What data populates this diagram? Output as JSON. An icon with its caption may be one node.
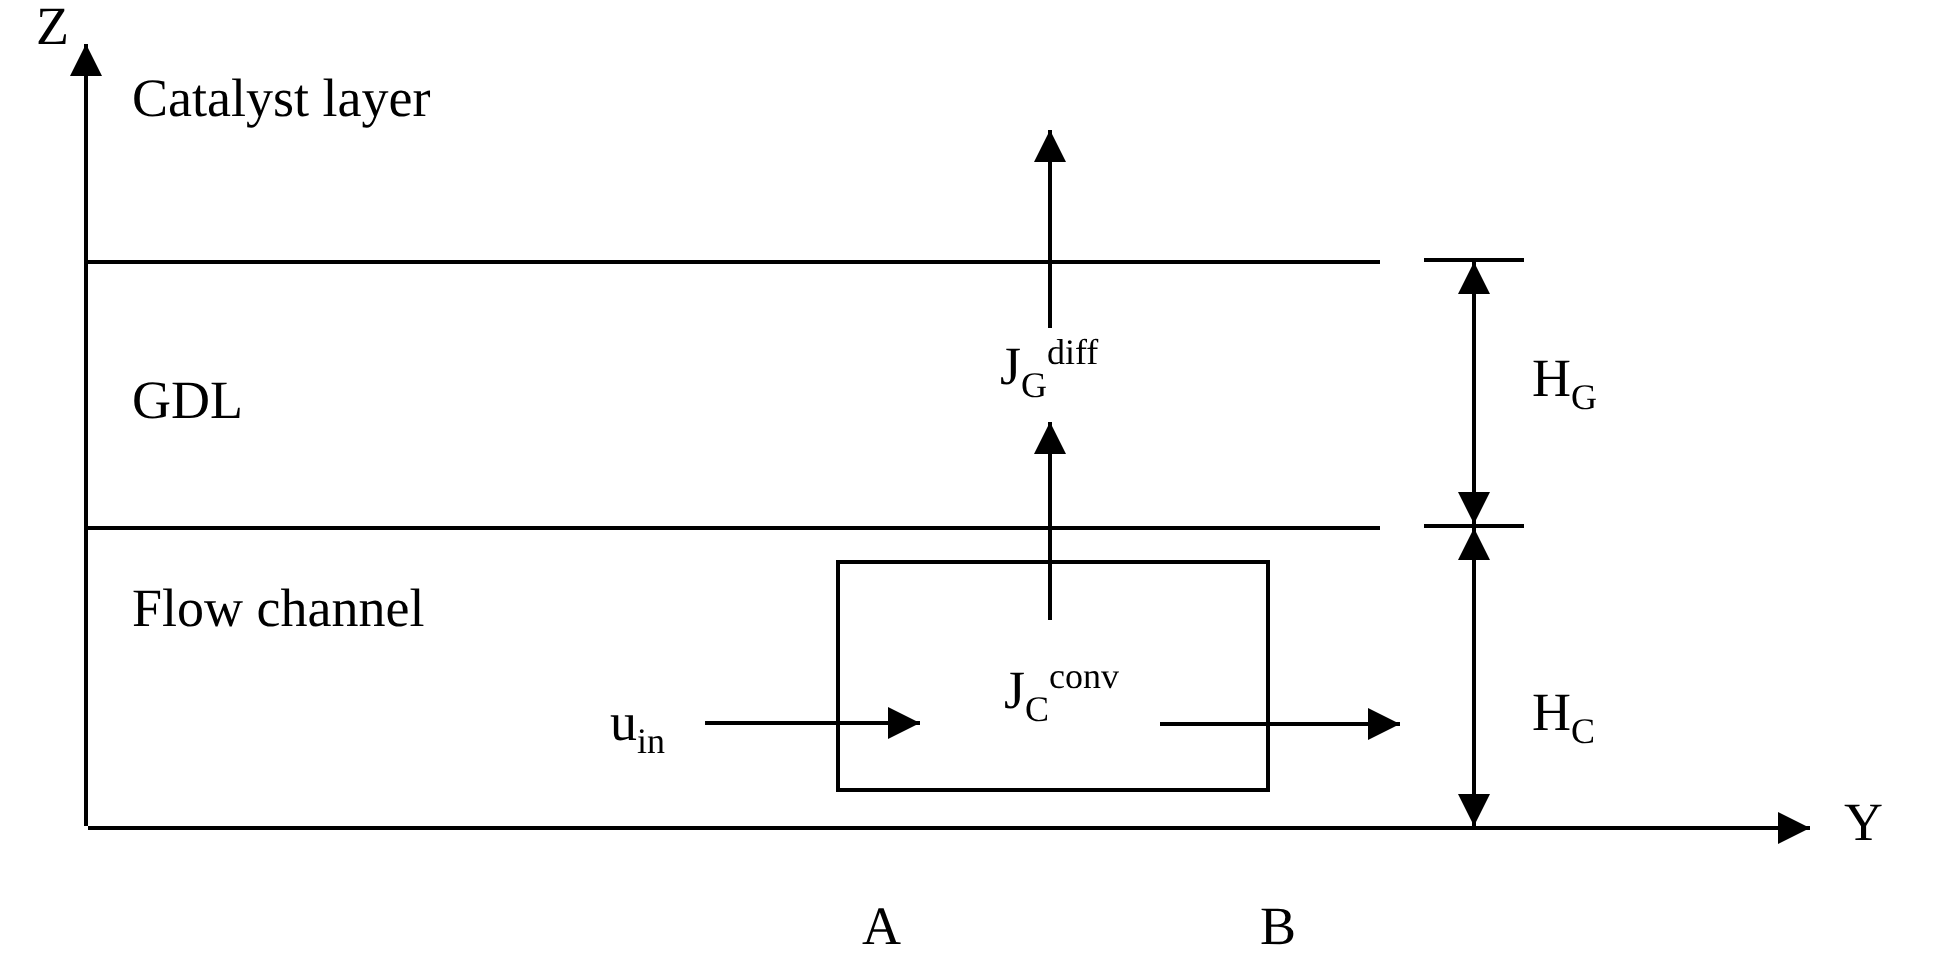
{
  "diagram": {
    "nodes": [
      {
        "text": [
          "Catalyst layer"
        ]
      },
      {
        "text": [
          "GDL"
        ]
      },
      {
        "text": [
          "J$_{G}$$^{diff}$"
        ],
        "in": 1
      },
      {
        "text": [
          "Flow channel"
        ]
      },
      {
        "text": [
          "J$_{C}$$^{conv}$"
        ],
        "in": 3
      },
      {
        "text": [
          "u$_{in}$"
        ],
        "in": 3
      }
    ],
    "edges": [
      {
        "from": 5,
        "to": 4,
        "arrow": "to"
      },
      {
        "from": 4,
        "to": null,
        "arrow": "to"
      },
      {
        "from": 4,
        "to": 2,
        "arrow": "to"
      },
      {
        "from": 2,
        "to": 0,
        "arrow": "to"
      }
    ],
    "labels": [
      "Z",
      "H$_{G}$",
      "H$_{C}$",
      "Y",
      "A",
      "B"
    ]
  }
}
